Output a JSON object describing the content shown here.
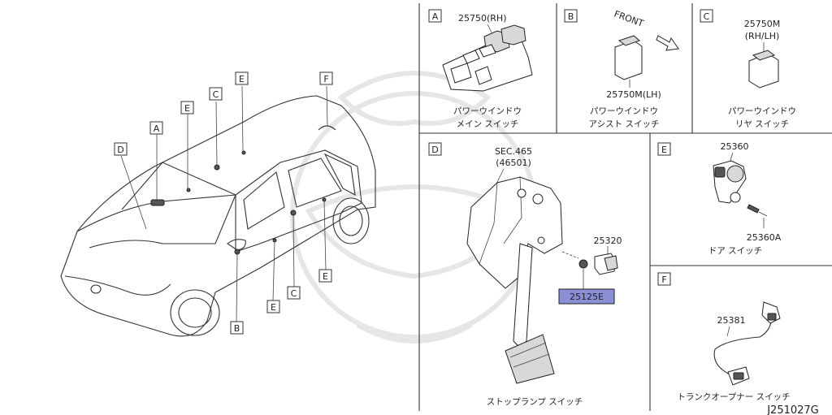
{
  "letters": {
    "A": "A",
    "B": "B",
    "C": "C",
    "D": "D",
    "E": "E",
    "F": "F"
  },
  "panel_a": {
    "part_no": "25750(RH)",
    "desc1": "パワーウインドウ",
    "desc2": "メイン スイッチ"
  },
  "panel_b": {
    "part_no": "25750M(LH)",
    "front": "FRONT",
    "desc1": "パワーウインドウ",
    "desc2": "アシスト スイッチ"
  },
  "panel_c": {
    "part_no1": "25750M",
    "part_no2": "(RH/LH)",
    "desc1": "パワーウインドウ",
    "desc2": "リヤ スイッチ"
  },
  "panel_d": {
    "sec1": "SEC.465",
    "sec2": "(46501)",
    "part_switch": "25320",
    "part_highlight": "25125E",
    "desc": "ストップランプ スイッチ"
  },
  "panel_e": {
    "part_switch": "25360",
    "part_screw": "25360A",
    "desc": "ドア スイッチ"
  },
  "panel_f": {
    "part_no": "25381",
    "desc": "トランクオープナー スイッチ"
  },
  "diagram_code": "J251027G",
  "colors": {
    "highlight_fill": "#8a8fd6",
    "line": "#333333"
  }
}
